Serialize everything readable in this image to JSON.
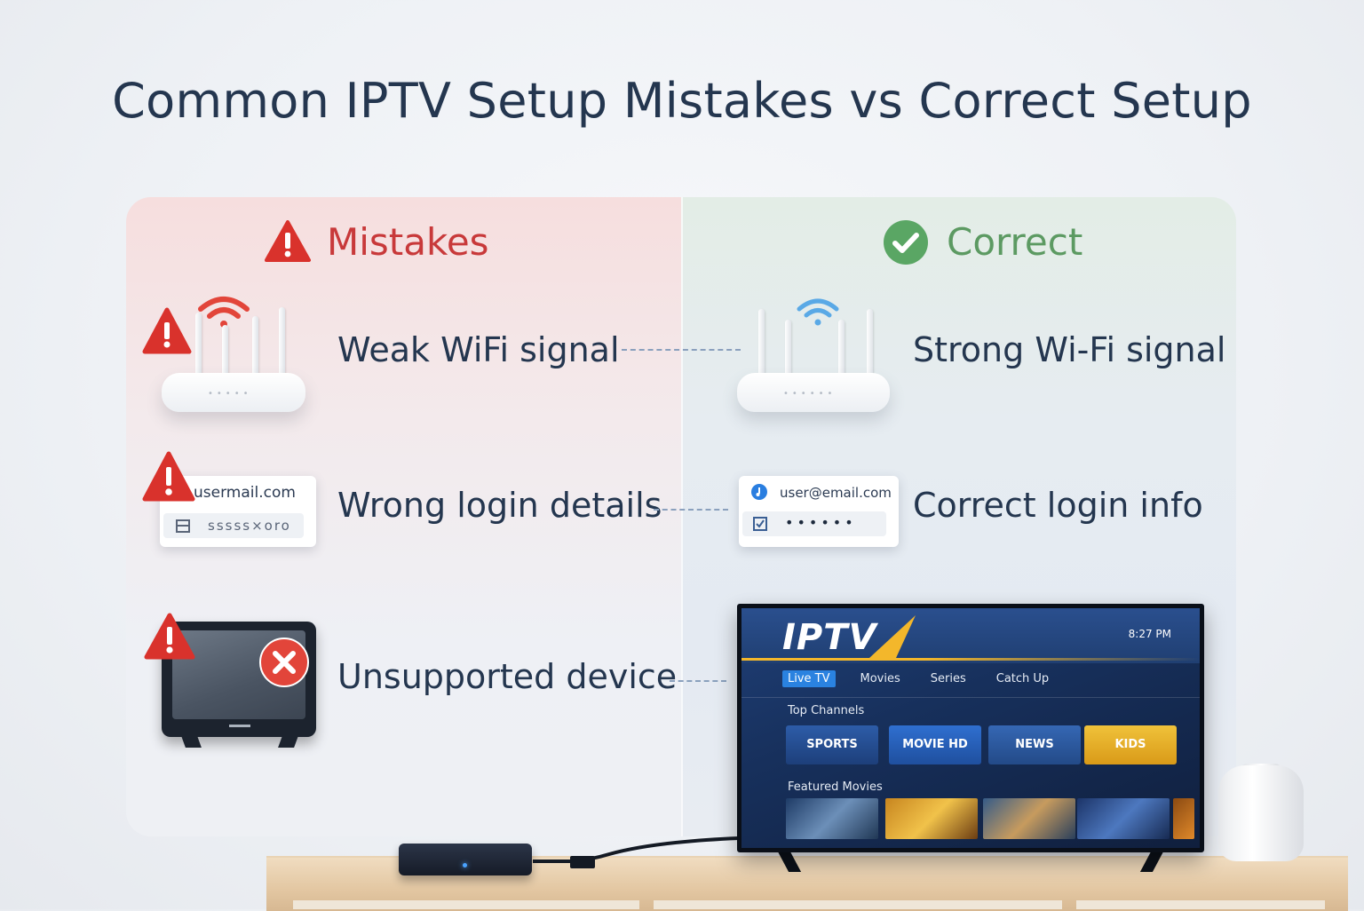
{
  "title": "Common IPTV Setup Mistakes vs Correct Setup",
  "mistakes": {
    "heading": "Mistakes",
    "items": [
      {
        "label": "Weak WiFi signal"
      },
      {
        "label": "Wrong login details",
        "email": "usermail.com",
        "password": "sssss×oro"
      },
      {
        "label": "Unsupported device"
      }
    ]
  },
  "correct": {
    "heading": "Correct",
    "items": [
      {
        "label": "Strong Wi-Fi signal"
      },
      {
        "label": "Correct login info",
        "email": "user@email.com",
        "password": "••••••"
      }
    ]
  },
  "tv": {
    "logo": "IPTV",
    "time": "8:27 PM",
    "nav": [
      "Live TV",
      "Movies",
      "Series",
      "Catch Up"
    ],
    "top_channels_label": "Top Channels",
    "channels": [
      "SPORTS",
      "MOVIE HD",
      "NEWS",
      "KIDS"
    ],
    "featured_label": "Featured Movies"
  },
  "colors": {
    "mistake_red": "#c8393a",
    "correct_green": "#5c9a62",
    "title_navy": "#24364f",
    "wifi_blue": "#5aa9e6",
    "wifi_red": "#e2453a"
  }
}
